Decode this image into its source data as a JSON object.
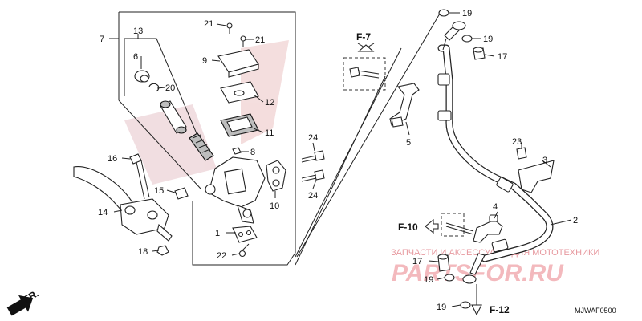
{
  "diagram": {
    "part_numbers": {
      "p1": "1",
      "p2": "2",
      "p3": "3",
      "p4": "4",
      "p5": "5",
      "p6": "6",
      "p7": "7",
      "p8": "8",
      "p9": "9",
      "p10": "10",
      "p11": "11",
      "p12": "12",
      "p13": "13",
      "p14": "14",
      "p15": "15",
      "p16": "16",
      "p17a": "17",
      "p17b": "17",
      "p18": "18",
      "p19a": "19",
      "p19b": "19",
      "p19c": "19",
      "p19d": "19",
      "p20": "20",
      "p21a": "21",
      "p21b": "21",
      "p22": "22",
      "p23": "23",
      "p24a": "24",
      "p24b": "24"
    },
    "references": {
      "f7": "F-7",
      "f10": "F-10",
      "f12": "F-12",
      "fr": "FR."
    },
    "diagram_code": "MJWAF0500",
    "watermark": {
      "line1": "ЗАПЧАСТИ И АКСЕССУАРЫ ДЛЯ МОТОТЕХНИКИ",
      "line2": "PARTSFOR.RU"
    }
  }
}
